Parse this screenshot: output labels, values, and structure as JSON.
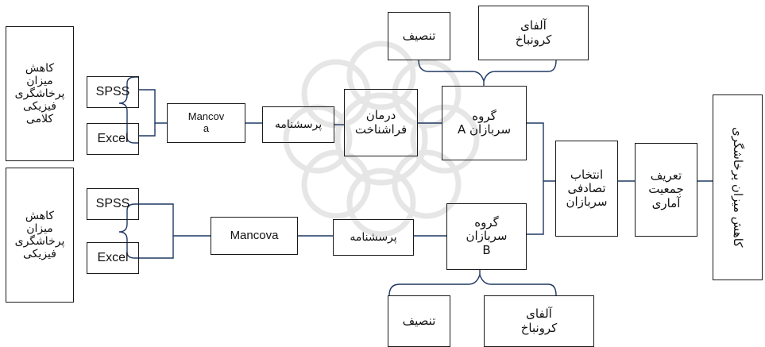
{
  "colors": {
    "line": "#1f3864",
    "border": "#1a1a1a",
    "watermark": "#e4e4e4"
  },
  "nodes": {
    "outcome_top": "کاهش\nمیزان\nپرخاشگری\nفیزیکی\nکلامی",
    "outcome_bottom": "کاهش\nمیزان\nپرخاشگری\nفیزیکی",
    "spss_top": "SPSS",
    "excel_top": "Excel",
    "spss_bottom": "SPSS",
    "excel_bottom": "Excel",
    "mancova_top": "Mancov\na",
    "mancova_bottom": "Mancova",
    "questionnaire_top": "پرسشنامه",
    "questionnaire_bottom": "پرسشنامه",
    "treatment": "درمان\nفراشناخت",
    "group_a": "گروه\nسربازان A",
    "group_b": "گروه\nسربازان\nB",
    "random_selection": "انتخاب\nتصادفی\nسربازان",
    "population": "تعریف\nجمعیت\nآماری",
    "title_vertical": "کاهش میزان پرخاشگری",
    "desc_top": "تنصیف",
    "alpha_top": "آلفای\nکرونباخ",
    "desc_bottom": "تنصیف",
    "alpha_bottom": "آلفای\nکرونباخ"
  }
}
